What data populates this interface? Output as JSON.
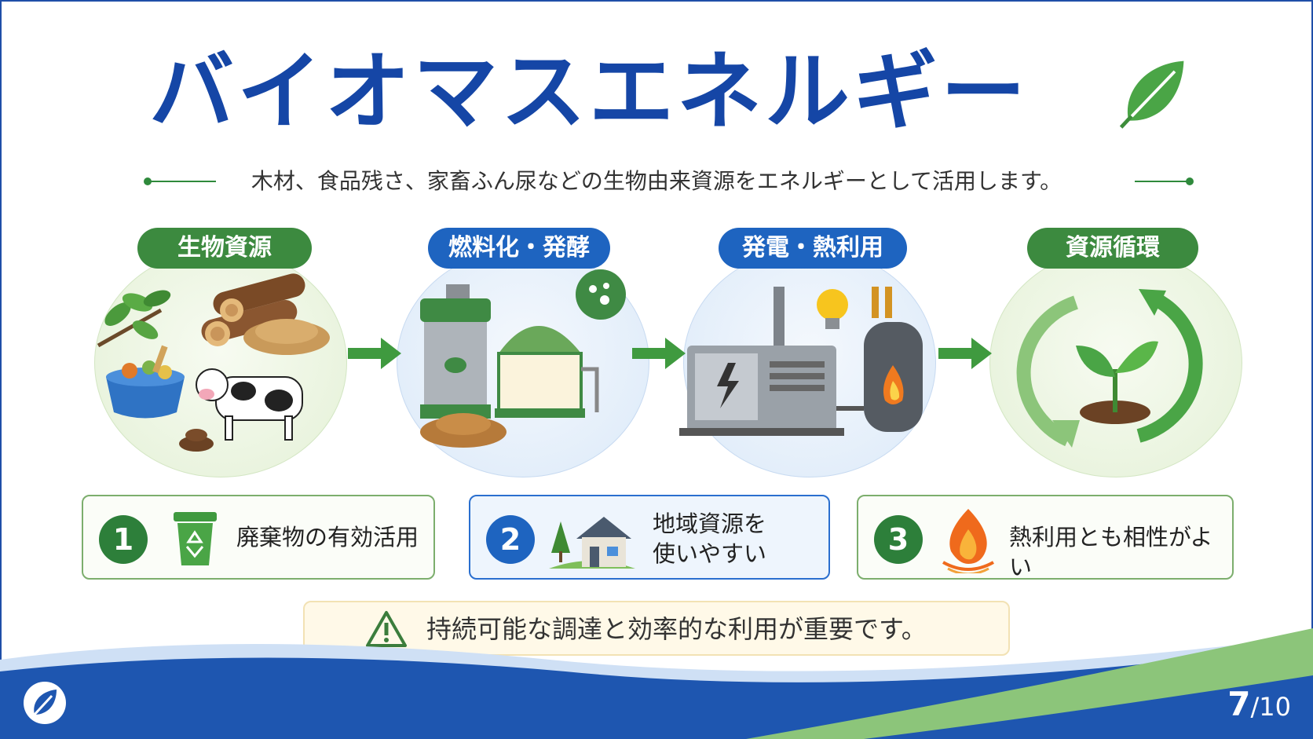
{
  "title": "バイオマスエネルギー",
  "subtitle": "木材、食品残さ、家畜ふん尿などの生物由来資源をエネルギーとして活用します。",
  "stages": [
    {
      "label": "生物資源"
    },
    {
      "label": "燃料化・発酵"
    },
    {
      "label": "発電・熱利用"
    },
    {
      "label": "資源循環"
    }
  ],
  "features": [
    {
      "number": "1",
      "text": "廃棄物の有効活用",
      "icon": "recycle-bin-icon"
    },
    {
      "number": "2",
      "text_line1": "地域資源を",
      "text_line2": "使いやすい",
      "icon": "village-house-icon"
    },
    {
      "number": "3",
      "text": "熱利用とも相性がよい",
      "icon": "flame-icon"
    }
  ],
  "notice": {
    "icon": "warning-icon",
    "text": "持続可能な調達と効率的な利用が重要です。"
  },
  "page": {
    "current": "7",
    "total": "/10"
  },
  "colors": {
    "title_blue": "#1546a6",
    "green": "#3c8a3f",
    "blue": "#1e64c0",
    "footer_blue": "#1e56b0"
  }
}
